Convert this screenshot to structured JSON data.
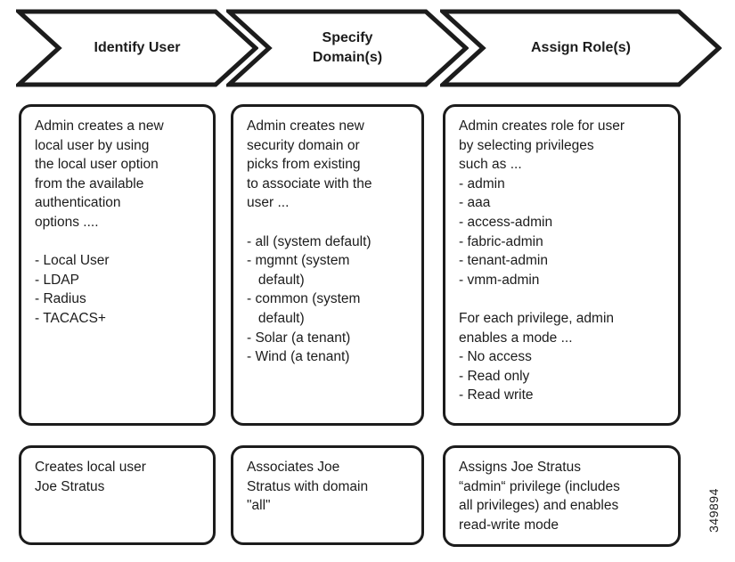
{
  "colors": {
    "ink": "#1c1c1c",
    "fill": "#ffffff"
  },
  "chevrons": [
    {
      "label": "Identify User"
    },
    {
      "label": "Specify\nDomain(s)"
    },
    {
      "label": "Assign Role(s)"
    }
  ],
  "columns": [
    {
      "id": "identify-user",
      "detail": "Admin creates a new\nlocal user by using\nthe local user option\nfrom the available\nauthentication\noptions ....\n\n- Local User\n- LDAP\n- Radius\n- TACACS+",
      "summary": "Creates local user\nJoe Stratus"
    },
    {
      "id": "specify-domains",
      "detail": "Admin creates new\nsecurity domain or\npicks from existing\nto associate with the\nuser ...\n\n- all (system default)\n- mgmnt (system\n   default)\n- common (system\n   default)\n- Solar (a tenant)\n- Wind (a tenant)",
      "summary": "Associates Joe\nStratus with domain\n\"all\""
    },
    {
      "id": "assign-roles",
      "detail": "Admin creates role for user\nby selecting privileges\nsuch as ...\n- admin\n- aaa\n- access-admin\n- fabric-admin\n- tenant-admin\n- vmm-admin\n\nFor each privilege, admin\nenables a mode ...\n- No access\n- Read only\n- Read write",
      "summary": "Assigns Joe Stratus\n“admin“ privilege (includes\nall privileges) and enables\nread-write mode"
    }
  ],
  "figure_number": "349894"
}
